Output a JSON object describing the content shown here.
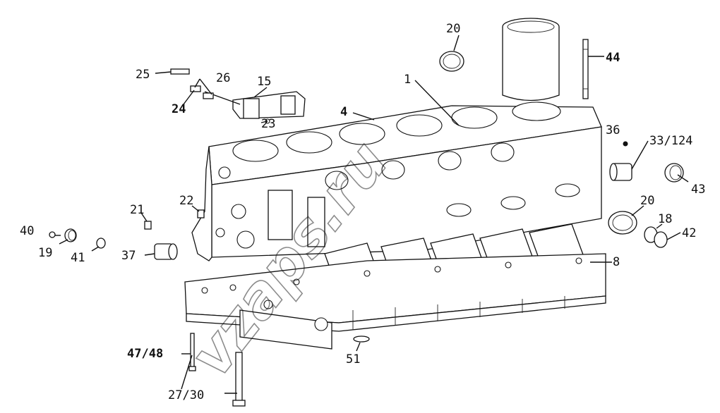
{
  "watermark": "vzaps.ru",
  "labels": {
    "l1": "1",
    "l4": "4",
    "l8": "8",
    "l15": "15",
    "l18": "18",
    "l19": "19",
    "l20a": "20",
    "l20b": "20",
    "l21": "21",
    "l22": "22",
    "l23": "23",
    "l24": "24",
    "l25": "25",
    "l26": "26",
    "l2730": "27/30",
    "l3124": "33/124",
    "l36": "36",
    "l37": "37",
    "l40": "40",
    "l41": "41",
    "l42": "42",
    "l43": "43",
    "l44": "44",
    "l4748": "47/48",
    "l51": "51"
  }
}
